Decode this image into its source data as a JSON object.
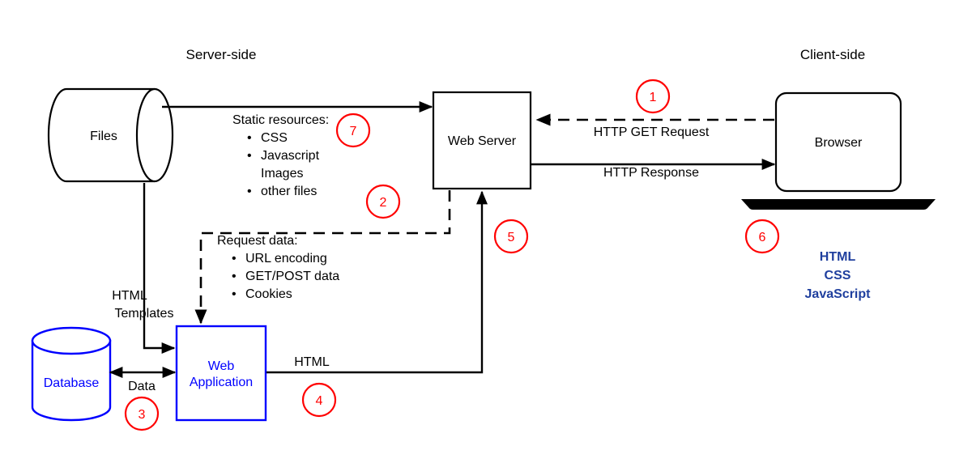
{
  "diagram": {
    "title_server": "Server-side",
    "title_client": "Client-side",
    "nodes": {
      "files": "Files",
      "web_server": "Web Server",
      "browser": "Browser",
      "database": "Database",
      "web_application_line1": "Web",
      "web_application_line2": "Application"
    },
    "labels": {
      "static_resources_title": "Static resources:",
      "static_resources_items": [
        "CSS",
        "Javascript",
        "Images",
        "other files"
      ],
      "request_data_title": "Request data:",
      "request_data_items": [
        "URL encoding",
        "GET/POST data",
        "Cookies"
      ],
      "http_get_request": "HTTP GET Request",
      "http_response": "HTTP Response",
      "html_templates_line1": "HTML",
      "html_templates_line2": "Templates",
      "data": "Data",
      "html": "HTML"
    },
    "client_stack": [
      "HTML",
      "CSS",
      "JavaScript"
    ],
    "step_markers": [
      {
        "id": "1",
        "label": "1"
      },
      {
        "id": "2",
        "label": "2"
      },
      {
        "id": "3",
        "label": "3"
      },
      {
        "id": "4",
        "label": "4"
      },
      {
        "id": "5",
        "label": "5"
      },
      {
        "id": "6",
        "label": "6"
      },
      {
        "id": "7",
        "label": "7"
      }
    ],
    "colors": {
      "stroke": "#000000",
      "blue": "#0000ff",
      "navy": "#1f3f9e",
      "red": "#ff0000",
      "background": "#ffffff"
    }
  }
}
